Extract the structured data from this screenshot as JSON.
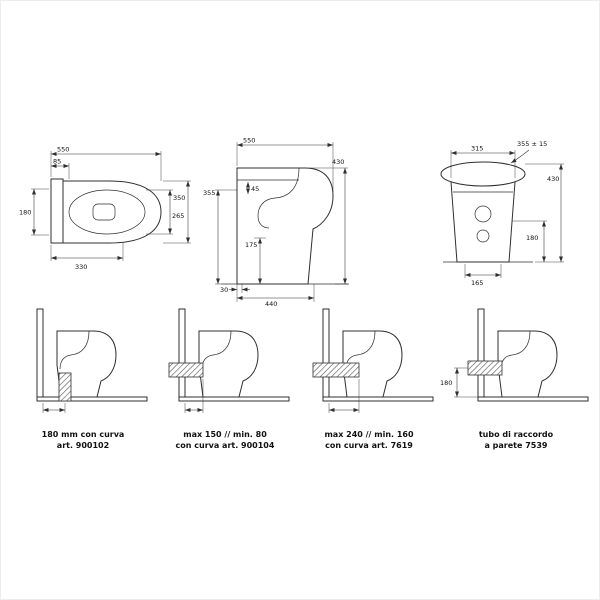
{
  "title": "wc-technical-drawing",
  "colors": {
    "line": "#2f2f2f",
    "background": "#ffffff"
  },
  "top_view": {
    "dim_length": "550",
    "dim_back_offset": "85",
    "dim_width": "350",
    "dim_seat_width": "265",
    "dim_left_width": "180",
    "dim_bottom_length": "330"
  },
  "side_view": {
    "dim_depth": "550",
    "dim_height": "430",
    "dim_rim_height": "355",
    "dim_seat_gap": "45",
    "dim_trap_height": "175",
    "dim_outlet_offset": "30",
    "dim_base_depth": "440"
  },
  "rear_view": {
    "dim_seat_width_tolerance": "355 ± 15",
    "dim_top_width": "315",
    "dim_height": "430",
    "dim_outlet_height": "180",
    "dim_base_width": "165"
  },
  "installations": [
    {
      "caption_line1": "180 mm con curva",
      "caption_line2": "art. 900102"
    },
    {
      "caption_line1": "max 150 // min. 80",
      "caption_line2": "con curva art. 900104"
    },
    {
      "caption_line1": "max 240 // min. 160",
      "caption_line2": "con curva art. 7619"
    },
    {
      "caption_line1": "tubo di raccordo",
      "caption_line2": "a parete 7539",
      "dim_outlet_height": "180"
    }
  ]
}
